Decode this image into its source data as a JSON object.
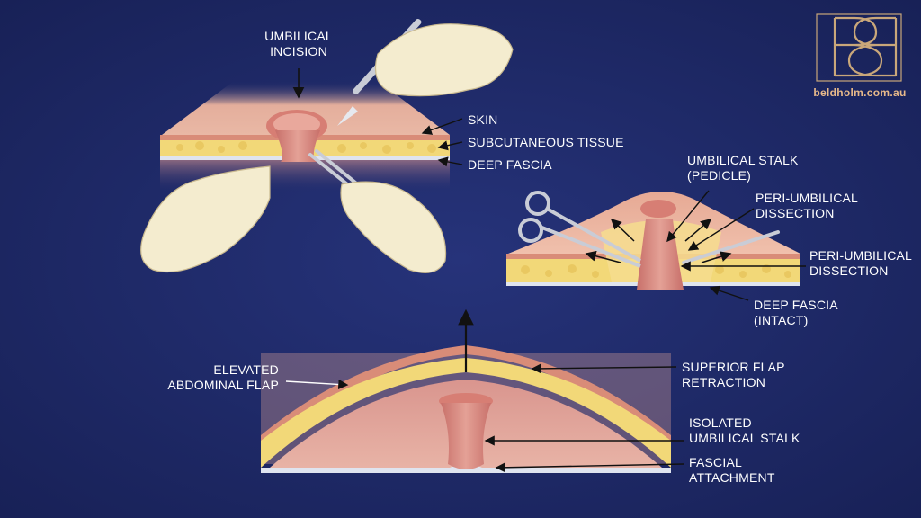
{
  "brand": {
    "url": "beldholm.com.au",
    "logo_text": "BB",
    "accent_color": "#c9a77a"
  },
  "colors": {
    "background": "#1d2868",
    "skin": "#e3ab9a",
    "fat": "#f3dd77",
    "fascia": "#dfe4ef",
    "stalk": "#d7877a",
    "glove": "#f4eccf"
  },
  "labels": {
    "umbilical_incision": [
      "UMBILICAL",
      "INCISION"
    ],
    "skin": "SKIN",
    "subcutaneous_tissue": "SUBCUTANEOUS TISSUE",
    "deep_fascia": "DEEP FASCIA",
    "umbilical_stalk": [
      "UMBILICAL STALK",
      "(PEDICLE)"
    ],
    "peri_umbilical_dissection_1": [
      "PERI-UMBILICAL",
      "DISSECTION"
    ],
    "peri_umbilical_dissection_2": [
      "PERI-UMBILICAL",
      "DISSECTION"
    ],
    "deep_fascia_intact": [
      "DEEP FASCIA",
      "(INTACT)"
    ],
    "elevated_abdominal_flap": [
      "ELEVATED",
      "ABDOMINAL FLAP"
    ],
    "superior_flap_retraction": [
      "SUPERIOR FLAP",
      "RETRACTION"
    ],
    "isolated_umbilical_stalk": [
      "ISOLATED",
      "UMBILICAL STALK"
    ],
    "fascial_attachment": [
      "FASCIAL",
      "ATTACHMENT"
    ]
  },
  "icons": {
    "scalpel": "scalpel-icon",
    "forceps": "forceps-icon",
    "scissors": "scissors-icon",
    "hand": "gloved-hand-icon"
  }
}
